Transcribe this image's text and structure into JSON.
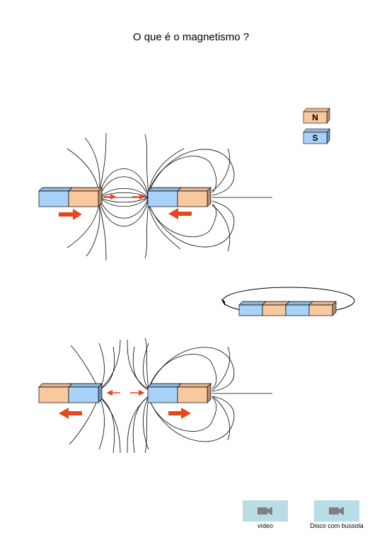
{
  "page": {
    "title": "O que é o magnetismo ?"
  },
  "legend": {
    "north_letter": "N",
    "south_letter": "S"
  },
  "colors": {
    "north": "#f8c89f",
    "south": "#a9d2f8",
    "arrow": "#e8471e",
    "button": "#b9dde6",
    "camera_icon": "#7f7f7f"
  },
  "media_buttons": [
    {
      "label": "vídeo",
      "icon": "video-camera-icon"
    },
    {
      "label": "Disco com bussola",
      "icon": "video-camera-icon"
    }
  ]
}
